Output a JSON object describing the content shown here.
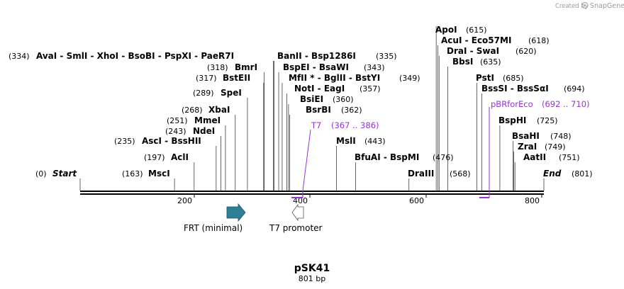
{
  "credit": {
    "prefix": "Created by",
    "brand": "SnapGene"
  },
  "map": {
    "title": "pSK41",
    "length_label": "801 bp",
    "ticks": [
      "200",
      "400",
      "600",
      "800"
    ],
    "features": [
      {
        "label": "FRT (minimal)",
        "direction": "forward",
        "color": "#2e7f96"
      },
      {
        "label": "T7 promoter",
        "direction": "reverse",
        "color": "#ffffff"
      }
    ],
    "primers": [
      {
        "name": "T7",
        "range": "(367 .. 386)",
        "color": "#9b30d9"
      },
      {
        "name": "pBRforEco",
        "range": "(692 .. 710)",
        "color": "#9b30d9"
      }
    ],
    "sites": [
      {
        "text": "Start",
        "pos": "(0)",
        "italic": true
      },
      {
        "text": "MscI",
        "pos": "(163)"
      },
      {
        "text": "AclI",
        "pos": "(197)"
      },
      {
        "text": "AscI - BssHII",
        "pos": "(235)"
      },
      {
        "text": "NdeI",
        "pos": "(243)"
      },
      {
        "text": "MmeI",
        "pos": "(251)"
      },
      {
        "text": "XbaI",
        "pos": "(268)"
      },
      {
        "text": "SpeI",
        "pos": "(289)"
      },
      {
        "text": "BstEII",
        "pos": "(317)"
      },
      {
        "text": "BmrI",
        "pos": "(318)"
      },
      {
        "text": "AvaI - SmlI - XhoI - BsoBI - PspXI - PaeR7I",
        "pos": "(334)"
      },
      {
        "text": "BanII - Bsp1286I",
        "pos": "(335)"
      },
      {
        "text": "BspEI - BsaWI",
        "pos": "(343)"
      },
      {
        "text": "MfII * - BglII - BstYI",
        "pos": "(349)"
      },
      {
        "text": "NotI - EagI",
        "pos": "(357)"
      },
      {
        "text": "BsiEI",
        "pos": "(360)"
      },
      {
        "text": "BsrBI",
        "pos": "(362)"
      },
      {
        "text": "MslI",
        "pos": "(443)"
      },
      {
        "text": "BfuAI - BspMI",
        "pos": "(476)"
      },
      {
        "text": "DraIII",
        "pos": "(568)"
      },
      {
        "text": "ApoI",
        "pos": "(615)"
      },
      {
        "text": "AcuI - Eco57MI",
        "pos": "(618)"
      },
      {
        "text": "DraI - SwaI",
        "pos": "(620)"
      },
      {
        "text": "BbsI",
        "pos": "(635)"
      },
      {
        "text": "PstI",
        "pos": "(685)"
      },
      {
        "text": "BssSI - BssSαI",
        "pos": "(694)"
      },
      {
        "text": "BspHI",
        "pos": "(725)"
      },
      {
        "text": "BsaHI",
        "pos": "(748)"
      },
      {
        "text": "ZraI",
        "pos": "(749)"
      },
      {
        "text": "AatII",
        "pos": "(751)"
      },
      {
        "text": "End",
        "pos": "(801)",
        "italic": true
      }
    ]
  }
}
